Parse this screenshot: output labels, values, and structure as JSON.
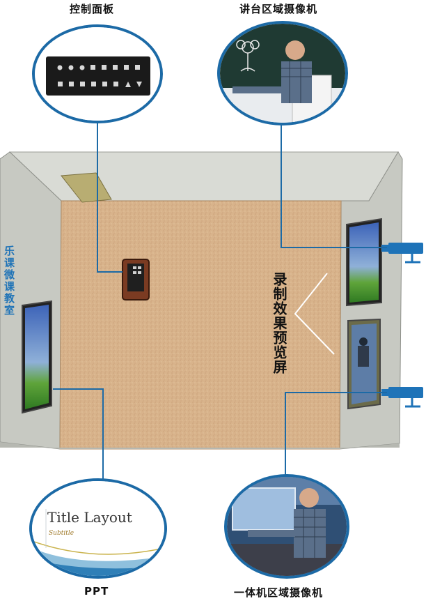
{
  "labels": {
    "control_panel": "控制面板",
    "podium_camera": "讲台区域摄像机",
    "ppt": "PPT",
    "aio_camera": "一体机区域摄像机"
  },
  "room": {
    "side_title": "乐课微课教室",
    "preview_screen": "录制效果预览屏"
  },
  "ppt_slide": {
    "title": "Title Layout",
    "subtitle": "Subtitle"
  },
  "colors": {
    "line_blue": "#1c6aa6",
    "floor": "#d9b48c",
    "wall": "#c9cbc4",
    "title_blue": "#1f73b7"
  }
}
